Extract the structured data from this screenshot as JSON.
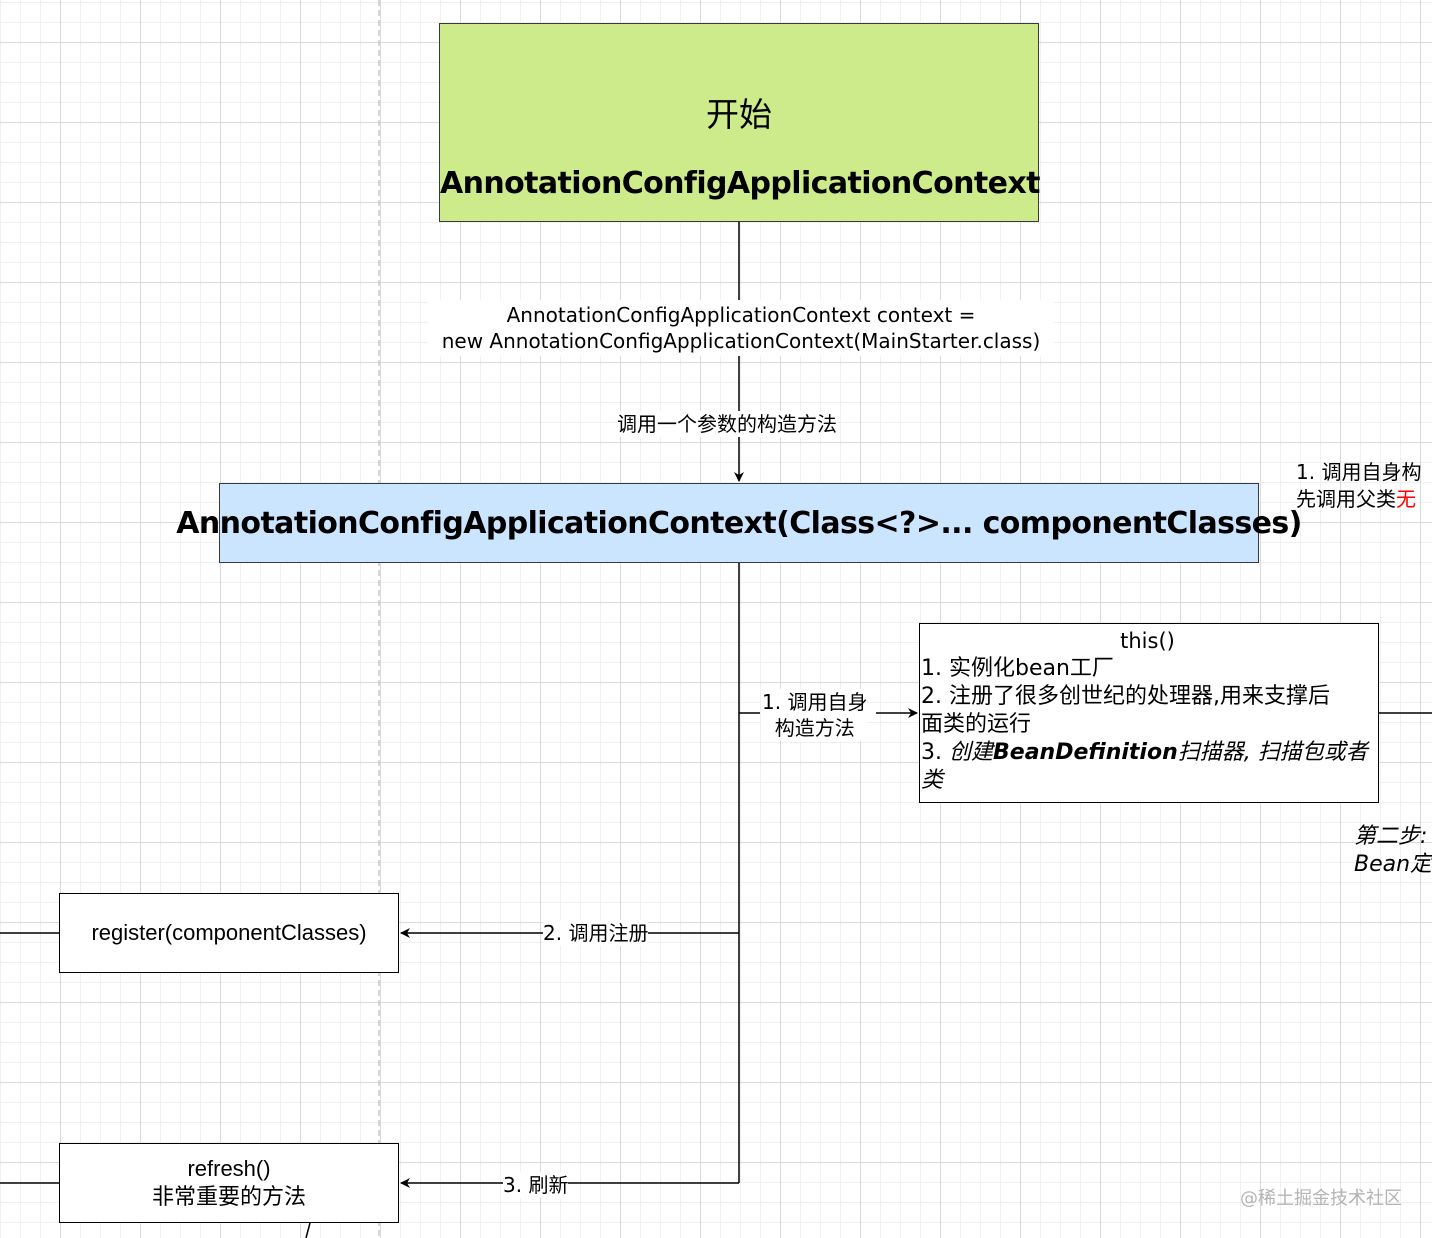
{
  "start_node": {
    "title": "开始",
    "class_name": "AnnotationConfigApplicationContext"
  },
  "edge_new": {
    "line1": "AnnotationConfigApplicationContext context =",
    "line2": "new AnnotationConfigApplicationContext(MainStarter.class)"
  },
  "edge_ctor_label": "调用一个参数的构造方法",
  "ctor_node": {
    "label": "AnnotationConfigApplicationContext(Class<?>... componentClasses)"
  },
  "right_note": {
    "line1": "1. 调用自身构",
    "line2_prefix": "先调用父类",
    "line2_red": "无"
  },
  "this_node": {
    "title": "this()",
    "line1": "1. 实例化bean工厂",
    "line2": "2. 注册了很多创世纪的处理器,用来支撑后",
    "line3": "面类的运行",
    "line4_prefix": "3. ",
    "line4_italic": "创建",
    "line4_bold": "BeanDefinition",
    "line4_rest": "扫描器, 扫描包或者",
    "line5": "类"
  },
  "edge_this_label": {
    "line1": "1. 调用自身",
    "line2": "构造方法"
  },
  "step2_note": {
    "line1": "第二步:",
    "line2": "Bean定"
  },
  "register_node": {
    "label": "register(componentClasses)"
  },
  "edge_register_label": "2. 调用注册",
  "refresh_node": {
    "line1": "refresh()",
    "line2": "非常重要的方法"
  },
  "edge_refresh_label": "3. 刷新",
  "watermark": "@稀土掘金技术社区",
  "colors": {
    "start_fill": "#cdeb8b",
    "ctor_fill": "#cce5ff",
    "highlight_red": "#ff0000"
  }
}
